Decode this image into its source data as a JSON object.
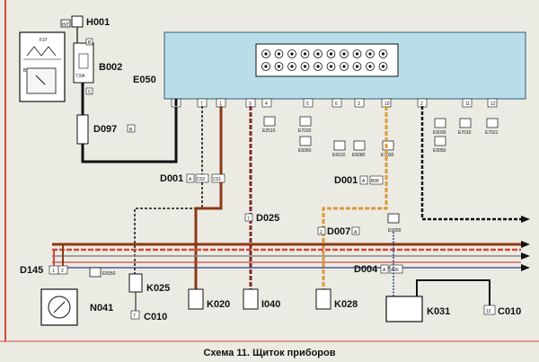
{
  "caption": "Схема 11. Щиток приборов",
  "cluster": {
    "label": "E050",
    "connectors": [
      "8",
      "7",
      "1",
      "9",
      "4",
      "5",
      "6",
      "3",
      "10",
      "2",
      "11",
      "12"
    ],
    "icons_top": [
      "light-icon",
      "fog-icon",
      "oil-icon",
      "battery-icon",
      "abs-icon",
      "brake-icon",
      "door-icon",
      "lamp-icon",
      "glow-icon",
      "seatbelt-icon"
    ],
    "icons_bottom": [
      "turn-icon",
      "beam-icon",
      "coolant-icon",
      "fuel-icon",
      "airbag-icon",
      "engine-icon",
      "parking-icon",
      "trunk-icon",
      "wiper-icon",
      "hazard-icon"
    ],
    "subs": [
      "E2510",
      "E7020",
      "E5060",
      "E5010",
      "E5080",
      "E7030",
      "E5030",
      "E7010",
      "E5050",
      "E7021"
    ]
  },
  "fuse_box": {
    "f_label": "F37",
    "b_label": "B",
    "h_label": "H001",
    "b002": "B002",
    "fuse_rating": "7,5A",
    "int": "INT"
  },
  "connectors": {
    "d097": "D097",
    "d097_tag": "B",
    "d001a": "D001",
    "d001a_tag": "A",
    "c02": "C02",
    "c01": "C01",
    "d001b": "D001",
    "d001b_tag": "A",
    "b08": "B08",
    "d025": "D025",
    "d025_pin": "7",
    "d007": "D007",
    "d007_tag": "A",
    "d007_pin": "2",
    "d004": "D004",
    "d004_tag": "A",
    "a06": "A06",
    "d145": "D145"
  },
  "components": {
    "n041": "N041",
    "k025": "K025",
    "c010a": "C010",
    "c010a_pin": "7",
    "k020": "K020",
    "i040": "I040",
    "k028": "K028",
    "k031": "K031",
    "c010b": "C010",
    "c010b_pin": "12",
    "e5050_top": "E5050",
    "e5050_left": "E5050"
  },
  "pins": {
    "cluster_a": "A",
    "cluster_b": "B",
    "cluster_c": "C",
    "e050_A": "A",
    "e050_B": "B",
    "d145_1": "1",
    "d145_2": "2"
  }
}
